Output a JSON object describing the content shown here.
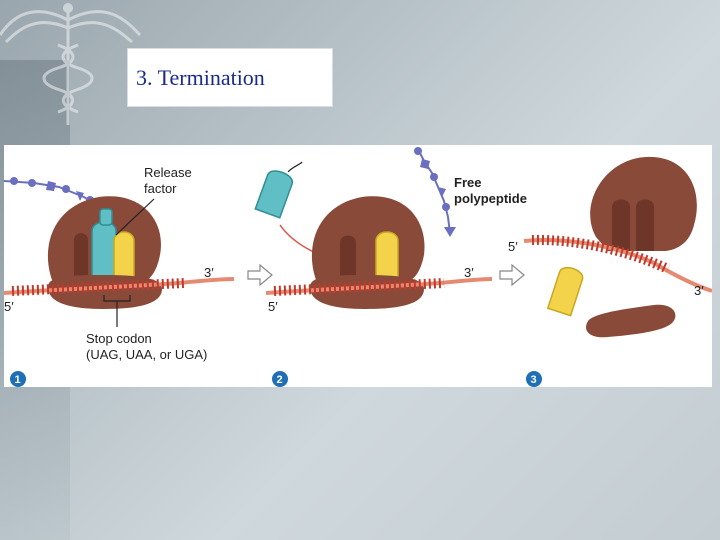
{
  "slide": {
    "title": "3. Termination"
  },
  "figure": {
    "labels": {
      "release_factor_line1": "Release",
      "release_factor_line2": "factor",
      "stop_codon_line1": "Stop codon",
      "stop_codon_line2": "(UAG, UAA, or UGA)",
      "free_polypeptide_line1": "Free",
      "free_polypeptide_line2": "polypeptide",
      "five_prime": "5′",
      "three_prime": "3′"
    },
    "steps": [
      "1",
      "2",
      "3"
    ],
    "colors": {
      "ribosome": "#8a4a3a",
      "ribosome_dark": "#5e2e22",
      "mrna": "#e58a70",
      "codon_ticks": "#c0392b",
      "release_factor": "#5fbfc4",
      "trna_yellow": "#f2d34a",
      "polypeptide": "#6a6fbf",
      "step_badge": "#1e6fb5"
    }
  }
}
